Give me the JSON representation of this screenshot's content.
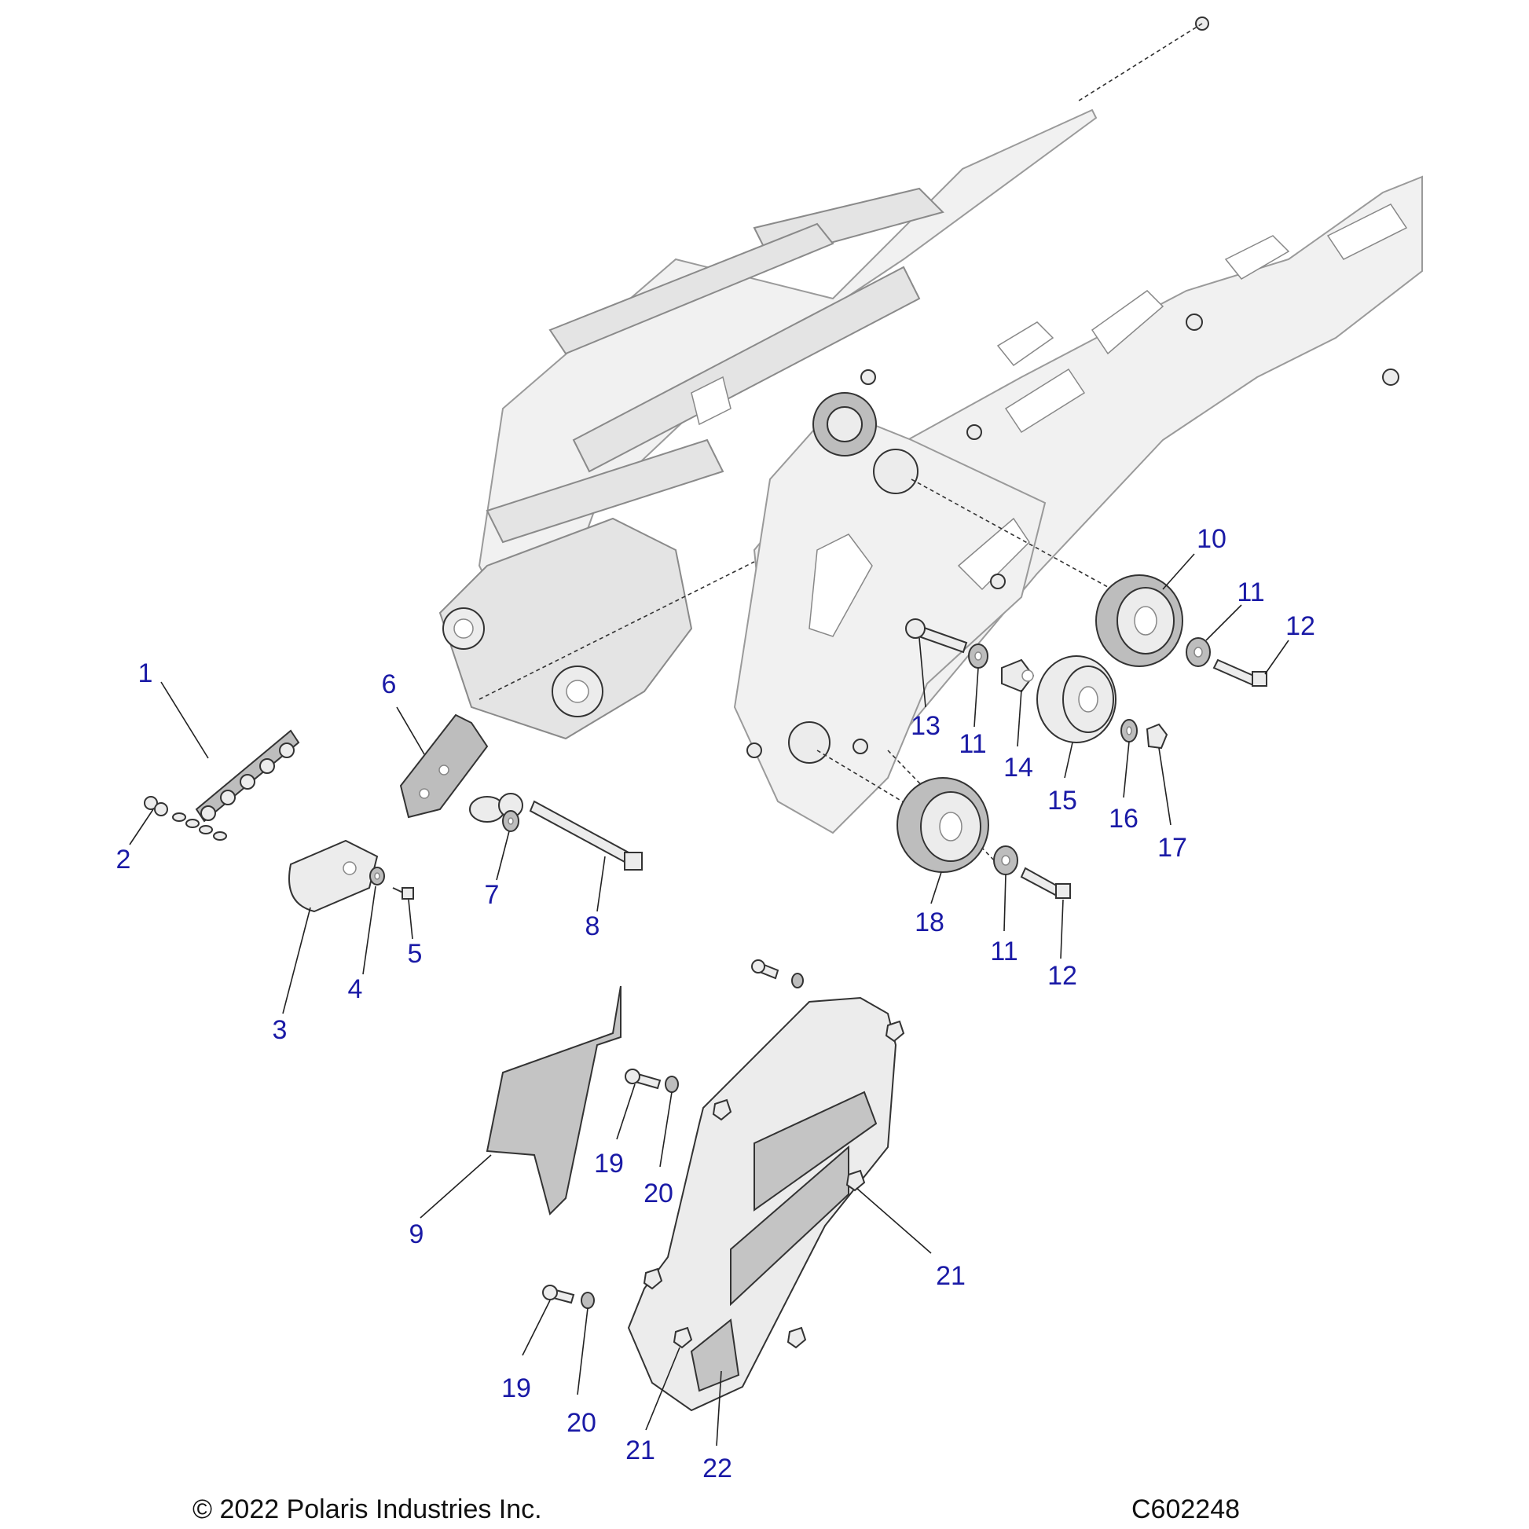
{
  "callouts": [
    {
      "id": "1",
      "label": "1"
    },
    {
      "id": "2",
      "label": "2"
    },
    {
      "id": "3",
      "label": "3"
    },
    {
      "id": "4",
      "label": "4"
    },
    {
      "id": "5",
      "label": "5"
    },
    {
      "id": "6",
      "label": "6"
    },
    {
      "id": "7",
      "label": "7"
    },
    {
      "id": "8",
      "label": "8"
    },
    {
      "id": "9",
      "label": "9"
    },
    {
      "id": "10",
      "label": "10"
    },
    {
      "id": "11a",
      "label": "11"
    },
    {
      "id": "12a",
      "label": "12"
    },
    {
      "id": "13",
      "label": "13"
    },
    {
      "id": "11b",
      "label": "11"
    },
    {
      "id": "14",
      "label": "14"
    },
    {
      "id": "15",
      "label": "15"
    },
    {
      "id": "16",
      "label": "16"
    },
    {
      "id": "17",
      "label": "17"
    },
    {
      "id": "18",
      "label": "18"
    },
    {
      "id": "11c",
      "label": "11"
    },
    {
      "id": "12b",
      "label": "12"
    },
    {
      "id": "19a",
      "label": "19"
    },
    {
      "id": "20a",
      "label": "20"
    },
    {
      "id": "21a",
      "label": "21"
    },
    {
      "id": "19b",
      "label": "19"
    },
    {
      "id": "20b",
      "label": "20"
    },
    {
      "id": "21b",
      "label": "21"
    },
    {
      "id": "22",
      "label": "22"
    }
  ],
  "footer": {
    "copyright": "© 2022 Polaris Industries Inc.",
    "drawing_number": "C602248"
  },
  "colors": {
    "callout_text": "#1a1aa6",
    "frame_fill": "#f1f1f1",
    "line": "#333333"
  }
}
